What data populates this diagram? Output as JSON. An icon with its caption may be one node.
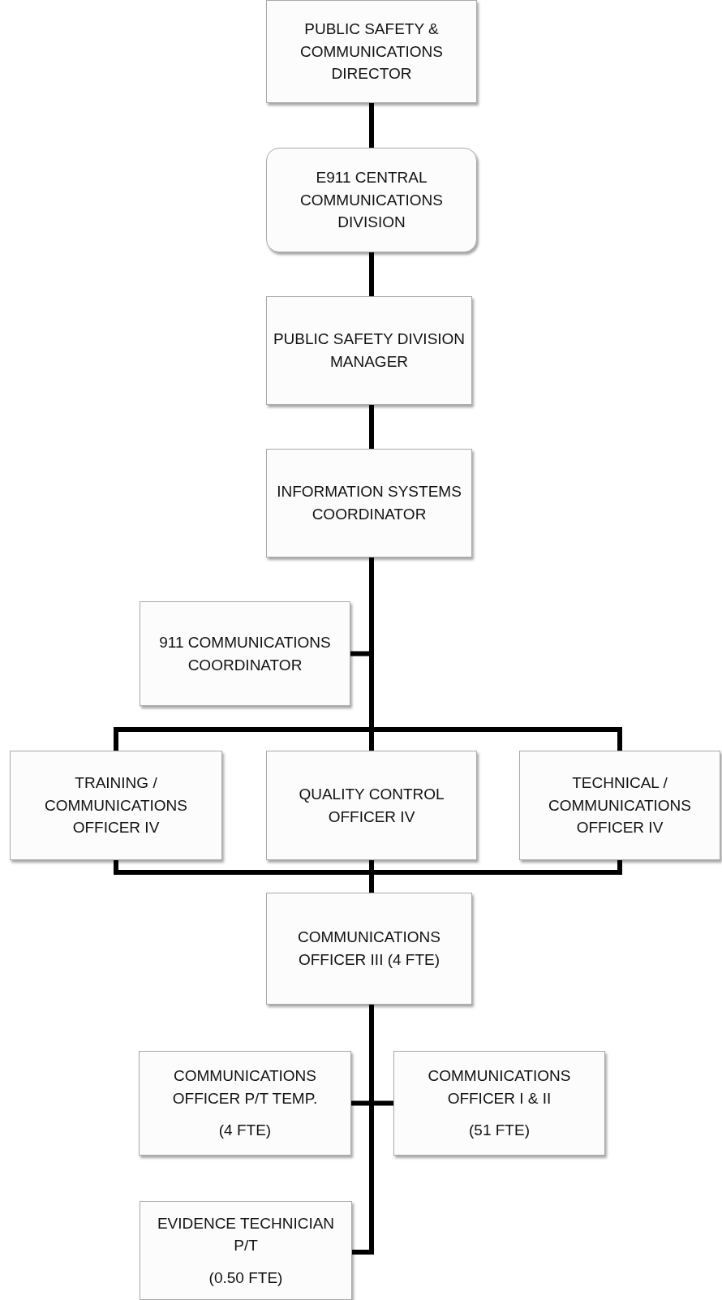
{
  "diagram": {
    "nodes": [
      {
        "text": [
          "PUBLIC SAFETY & COMMUNICATIONS DIRECTOR"
        ]
      },
      {
        "text": [
          "E911 CENTRAL COMMUNICATIONS DIVISION"
        ]
      },
      {
        "text": [
          "PUBLIC SAFETY DIVISION MANAGER"
        ]
      },
      {
        "text": [
          "INFORMATION SYSTEMS COORDINATOR"
        ]
      },
      {
        "text": [
          "911 COMMUNICATIONS COORDINATOR"
        ]
      },
      {
        "text": [
          "TRAINING / COMMUNICATIONS OFFICER IV"
        ]
      },
      {
        "text": [
          "QUALITY CONTROL OFFICER IV"
        ]
      },
      {
        "text": [
          "TECHNICAL / COMMUNICATIONS OFFICER IV"
        ]
      },
      {
        "text": [
          "COMMUNICATIONS OFFICER III (4 FTE)"
        ]
      },
      {
        "text": [
          "COMMUNICATIONS OFFICER P/T TEMP.",
          "(4 FTE)"
        ]
      },
      {
        "text": [
          "COMMUNICATIONS OFFICER I & II",
          "(51 FTE)"
        ]
      },
      {
        "text": [
          "EVIDENCE TECHNICIAN P/T",
          "(0.50 FTE)"
        ]
      }
    ],
    "edges": [
      {
        "from": 0,
        "to": 1,
        "arrow": "none"
      },
      {
        "from": 1,
        "to": 2,
        "arrow": "none"
      },
      {
        "from": 2,
        "to": 3,
        "arrow": "none"
      },
      {
        "from": 3,
        "to": 4,
        "arrow": "none"
      },
      {
        "from": 3,
        "to": 5,
        "arrow": "none"
      },
      {
        "from": 3,
        "to": 6,
        "arrow": "none"
      },
      {
        "from": 3,
        "to": 7,
        "arrow": "none"
      },
      {
        "from": 5,
        "to": 8,
        "arrow": "none"
      },
      {
        "from": 6,
        "to": 8,
        "arrow": "none"
      },
      {
        "from": 7,
        "to": 8,
        "arrow": "none"
      },
      {
        "from": 8,
        "to": 9,
        "arrow": "none"
      },
      {
        "from": 8,
        "to": 10,
        "arrow": "none"
      },
      {
        "from": 8,
        "to": 11,
        "arrow": "none"
      }
    ]
  }
}
